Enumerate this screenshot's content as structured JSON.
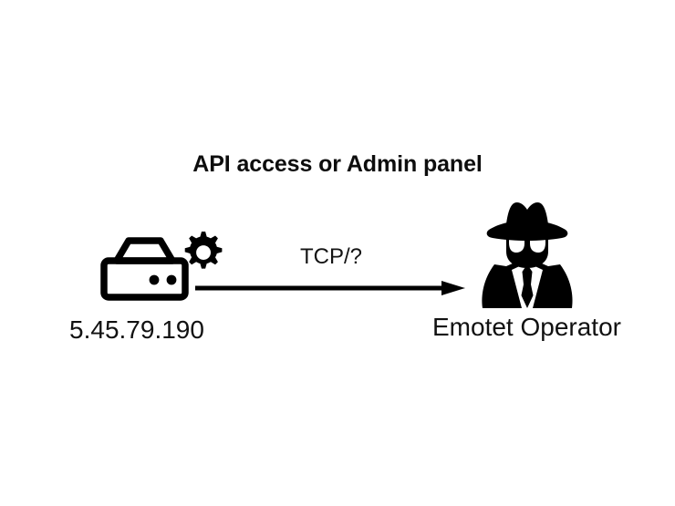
{
  "diagram": {
    "title": "API access or Admin panel",
    "background_color": "#ffffff",
    "ink_color": "#000000",
    "nodes": [
      {
        "id": "source",
        "label": "5.45.79.190",
        "icon": "server-gear-icon",
        "position": "left"
      },
      {
        "id": "target",
        "label": "Emotet Operator",
        "icon": "spy-hacker-icon",
        "position": "right"
      }
    ],
    "connector": {
      "label": "TCP/?",
      "from": "source",
      "to": "target",
      "direction": "right",
      "style": "solid-line-with-arrowhead"
    }
  }
}
